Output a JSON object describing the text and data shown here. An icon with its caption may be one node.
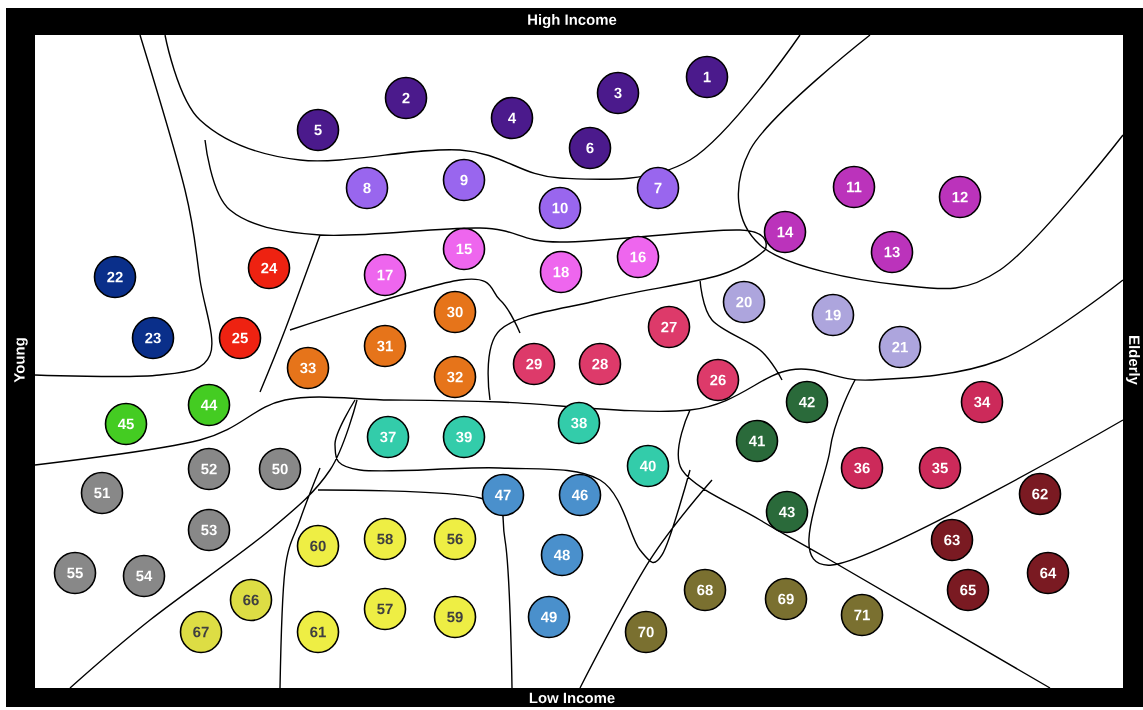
{
  "diagram": {
    "nodes": [
      {
        "text": [
          "1"
        ]
      },
      {
        "text": [
          "2"
        ]
      },
      {
        "text": [
          "3"
        ]
      },
      {
        "text": [
          "4"
        ]
      },
      {
        "text": [
          "5"
        ]
      },
      {
        "text": [
          "6"
        ]
      },
      {
        "text": [
          "7"
        ]
      },
      {
        "text": [
          "8"
        ]
      },
      {
        "text": [
          "9"
        ]
      },
      {
        "text": [
          "10"
        ]
      },
      {
        "text": [
          "11"
        ]
      },
      {
        "text": [
          "12"
        ]
      },
      {
        "text": [
          "13"
        ]
      },
      {
        "text": [
          "14"
        ]
      },
      {
        "text": [
          "15"
        ]
      },
      {
        "text": [
          "16"
        ]
      },
      {
        "text": [
          "17"
        ]
      },
      {
        "text": [
          "18"
        ]
      },
      {
        "text": [
          "19"
        ]
      },
      {
        "text": [
          "20"
        ]
      },
      {
        "text": [
          "21"
        ]
      },
      {
        "text": [
          "22"
        ]
      },
      {
        "text": [
          "23"
        ]
      },
      {
        "text": [
          "24"
        ]
      },
      {
        "text": [
          "25"
        ]
      },
      {
        "text": [
          "26"
        ]
      },
      {
        "text": [
          "27"
        ]
      },
      {
        "text": [
          "28"
        ]
      },
      {
        "text": [
          "29"
        ]
      },
      {
        "text": [
          "30"
        ]
      },
      {
        "text": [
          "31"
        ]
      },
      {
        "text": [
          "32"
        ]
      },
      {
        "text": [
          "33"
        ]
      },
      {
        "text": [
          "34"
        ]
      },
      {
        "text": [
          "35"
        ]
      },
      {
        "text": [
          "36"
        ]
      },
      {
        "text": [
          "37"
        ]
      },
      {
        "text": [
          "38"
        ]
      },
      {
        "text": [
          "39"
        ]
      },
      {
        "text": [
          "40"
        ]
      },
      {
        "text": [
          "41"
        ]
      },
      {
        "text": [
          "42"
        ]
      },
      {
        "text": [
          "43"
        ]
      },
      {
        "text": [
          "44"
        ]
      },
      {
        "text": [
          "45"
        ]
      },
      {
        "text": [
          "46"
        ]
      },
      {
        "text": [
          "47"
        ]
      },
      {
        "text": [
          "48"
        ]
      },
      {
        "text": [
          "49"
        ]
      },
      {
        "text": [
          "50"
        ]
      },
      {
        "text": [
          "51"
        ]
      },
      {
        "text": [
          "52"
        ]
      },
      {
        "text": [
          "53"
        ]
      },
      {
        "text": [
          "54"
        ]
      },
      {
        "text": [
          "55"
        ]
      },
      {
        "text": [
          "56"
        ]
      },
      {
        "text": [
          "57"
        ]
      },
      {
        "text": [
          "58"
        ]
      },
      {
        "text": [
          "59"
        ]
      },
      {
        "text": [
          "60"
        ]
      },
      {
        "text": [
          "61"
        ]
      },
      {
        "text": [
          "62"
        ]
      },
      {
        "text": [
          "63"
        ]
      },
      {
        "text": [
          "64"
        ]
      },
      {
        "text": [
          "65"
        ]
      },
      {
        "text": [
          "66"
        ]
      },
      {
        "text": [
          "67"
        ]
      },
      {
        "text": [
          "68"
        ]
      },
      {
        "text": [
          "69"
        ]
      },
      {
        "text": [
          "70"
        ]
      },
      {
        "text": [
          "71"
        ]
      }
    ],
    "labels": [
      "High Income",
      "Young",
      "Elderly",
      "Low Income"
    ]
  }
}
